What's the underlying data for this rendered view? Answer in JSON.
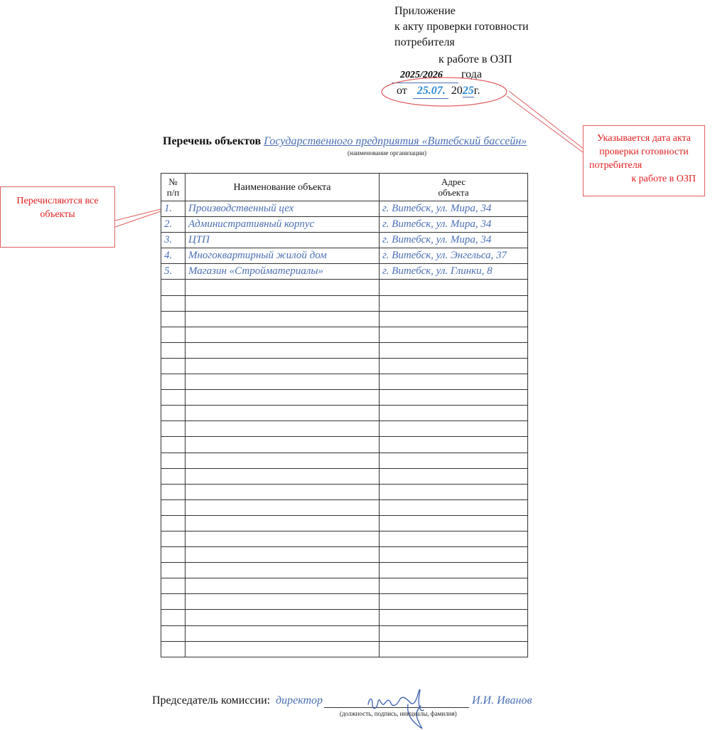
{
  "header": {
    "line1": "Приложение",
    "line2": "к акту проверки готовности",
    "line3": "потребителя",
    "line4": "к работе в ОЗП",
    "season": "2025/2026",
    "year_word": "года",
    "from_word": "от",
    "date_dm": "25.07.",
    "year_prefix": "20",
    "year_suffix": "25",
    "g": "г."
  },
  "callouts": {
    "date_note": {
      "line1": "Указывается дата акта",
      "line2": "проверки готовности",
      "line3": "потребителя",
      "line4": "к работе в ОЗП"
    },
    "objects_note": {
      "line1": "Перечисляются все",
      "line2": "объекты"
    }
  },
  "title": {
    "prefix": "Перечень объектов",
    "org": "Государственного предприятия «Витебский бассейн»",
    "caption": "(наименование организации)"
  },
  "table": {
    "headers": {
      "num_a": "№",
      "num_b": "п/п",
      "name": "Наименование объекта",
      "addr_a": "Адрес",
      "addr_b": "объекта"
    },
    "rows": [
      {
        "n": "1.",
        "name": "Производственный цех",
        "addr": "г. Витебск, ул. Мира, 34"
      },
      {
        "n": "2.",
        "name": "Административный корпус",
        "addr": "г. Витебск, ул. Мира, 34"
      },
      {
        "n": "3.",
        "name": "ЦТП",
        "addr": "г. Витебск, ул. Мира, 34"
      },
      {
        "n": "4.",
        "name": "Многоквартирный жилой дом",
        "addr": "г. Витебск, ул. Энгельса, 37"
      },
      {
        "n": "5.",
        "name": "Магазин «Стройматериалы»",
        "addr": "г. Витебск, ул. Глинки, 8"
      }
    ],
    "empty_rows": 24
  },
  "signature": {
    "label": "Председатель комиссии:",
    "position": "директор",
    "name": "И.И. Иванов",
    "caption": "(должность, подпись, инициалы, фамилия)"
  },
  "colors": {
    "filled_text": "#4a6fb5",
    "callout_red": "#e02020",
    "date_blue": "#2a8ad4"
  }
}
